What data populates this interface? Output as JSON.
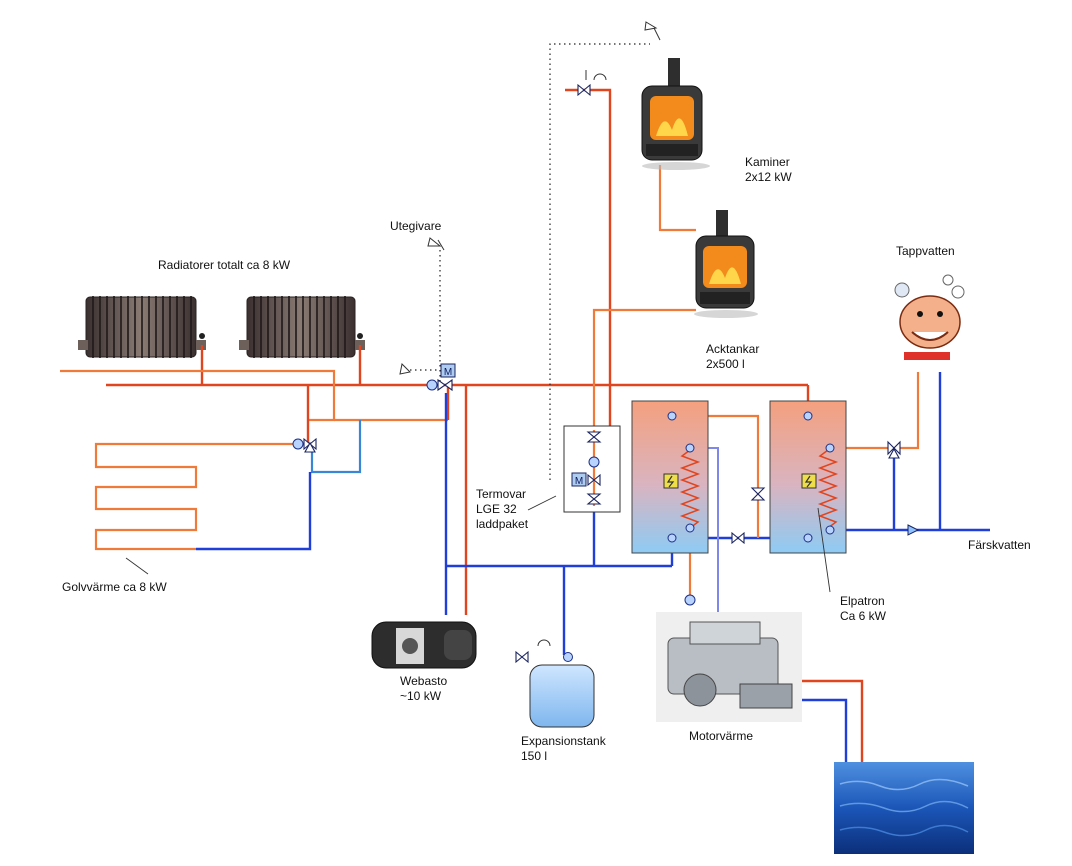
{
  "labels": {
    "radiators": "Radiatorer totalt ca 8 kW",
    "outdoor_sensor": "Utegivare",
    "stoves": [
      "Kaminer",
      "2x12 kW"
    ],
    "accumulator_tanks": [
      "Acktankar",
      "2x500 l"
    ],
    "tap_water": "Tappvatten",
    "termovar": [
      "Termovar",
      "LGE 32",
      "laddpaket"
    ],
    "floor_heating": "Golvvärme ca 8 kW",
    "webasto": [
      "Webasto",
      "~10 kW"
    ],
    "expansion_tank": [
      "Expansionstank",
      "150 l"
    ],
    "engine_heat": "Motorvärme",
    "immersion_heater": [
      "Elpatron",
      "Ca 6 kW"
    ],
    "fresh_water": "Färskvatten",
    "motor_symbol": "M"
  },
  "colors": {
    "hot_pipe": "#e0451f",
    "warm_pipe": "#ef7a3a",
    "cold_pipe": "#1f3fd8",
    "return_pipe": "#3a86d6",
    "tank_top": "#f4a07e",
    "tank_bottom": "#8ecbf4",
    "sea": "#1b56b8"
  }
}
